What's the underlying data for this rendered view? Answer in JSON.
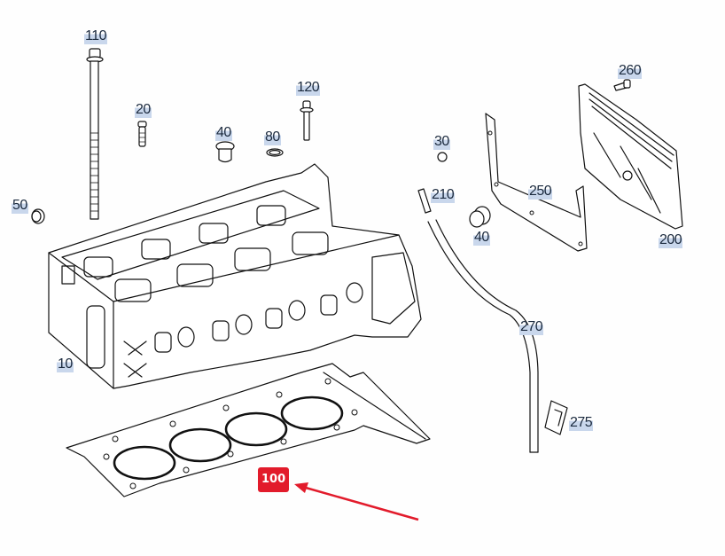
{
  "diagram": {
    "title": "Cylinder head assembly - exploded parts view",
    "highlight_color": "#e21b2b",
    "label_bg_color": "#c9d7ec",
    "highlighted_part": "100",
    "labels": [
      {
        "id": "110",
        "part": "Cylinder head bolt (long)"
      },
      {
        "id": "20",
        "part": "Stud"
      },
      {
        "id": "120",
        "part": "Bolt"
      },
      {
        "id": "40",
        "part": "Plug"
      },
      {
        "id": "80",
        "part": "Seal ring"
      },
      {
        "id": "50",
        "part": "Cap plug"
      },
      {
        "id": "10",
        "part": "Cylinder head"
      },
      {
        "id": "30",
        "part": "O-ring"
      },
      {
        "id": "210",
        "part": "Sleeve"
      },
      {
        "id": "40b",
        "part": "Plug"
      },
      {
        "id": "250",
        "part": "Gasket"
      },
      {
        "id": "260",
        "part": "Screw"
      },
      {
        "id": "200",
        "part": "Cover"
      },
      {
        "id": "270",
        "part": "Hose"
      },
      {
        "id": "275",
        "part": "Clip"
      },
      {
        "id": "100",
        "part": "Cylinder head gasket"
      }
    ],
    "label_text": {
      "l110": "110",
      "l20": "20",
      "l120": "120",
      "l40a": "40",
      "l80": "80",
      "l50": "50",
      "l10": "10",
      "l30": "30",
      "l210": "210",
      "l40b": "40",
      "l250": "250",
      "l260": "260",
      "l200": "200",
      "l270": "270",
      "l275": "275",
      "l100": "100"
    },
    "arrow": {
      "points_to": "100",
      "color": "#e21b2b"
    }
  }
}
